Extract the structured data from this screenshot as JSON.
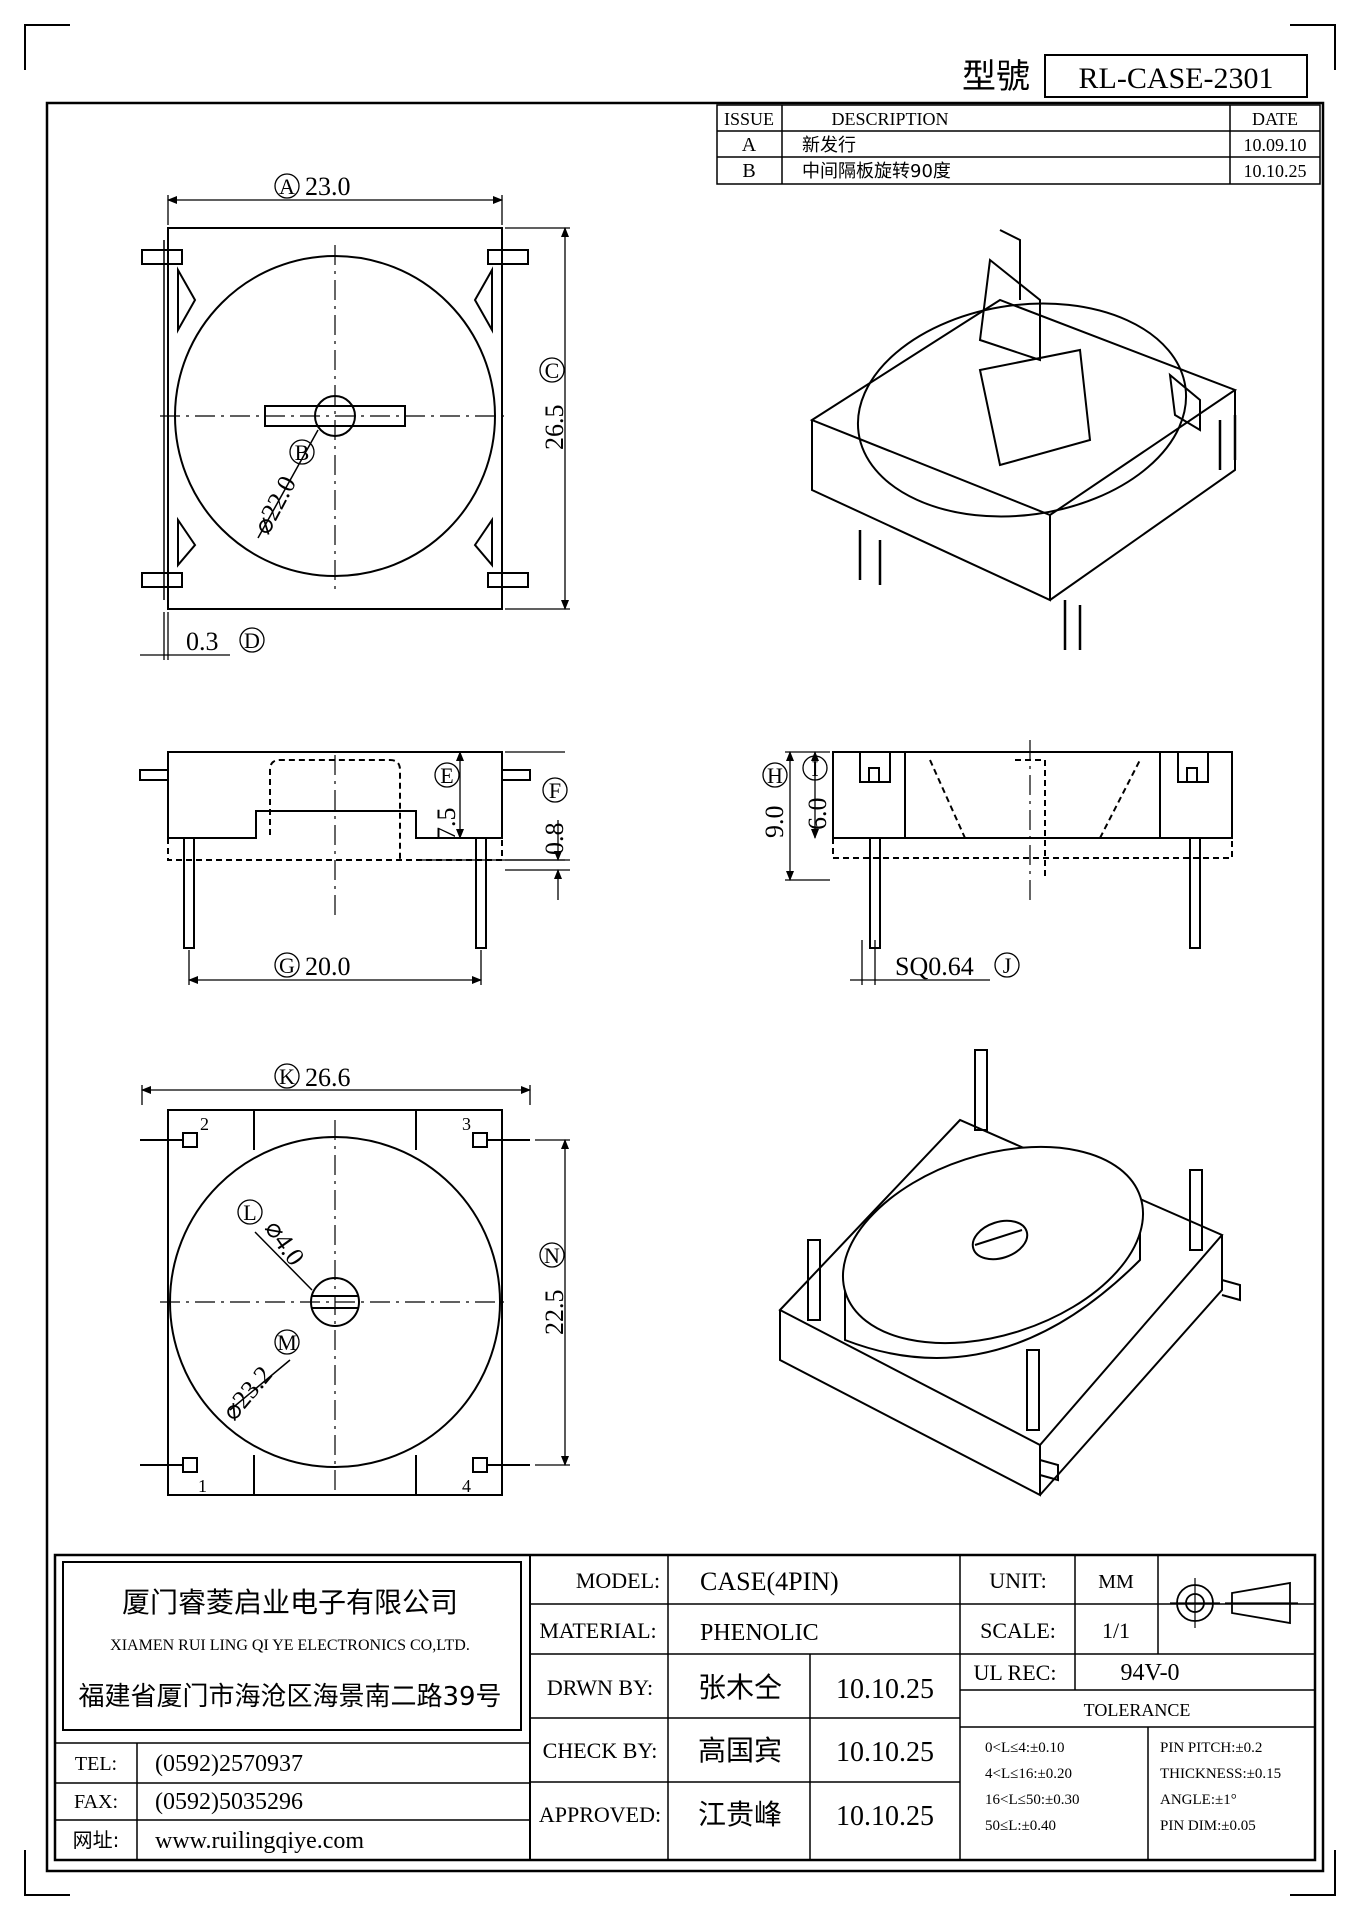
{
  "model_header": {
    "label": "型號",
    "value": "RL-CASE-2301"
  },
  "revision_table": {
    "headers": [
      "ISSUE",
      "DESCRIPTION",
      "DATE"
    ],
    "rows": [
      {
        "issue": "A",
        "description": "新发行",
        "date": "10.09.10"
      },
      {
        "issue": "B",
        "description": "中间隔板旋转90度",
        "date": "10.10.25"
      }
    ]
  },
  "dimensions": {
    "A": {
      "letter": "A",
      "value": "23.0"
    },
    "B": {
      "letter": "B",
      "value": "⌀22.0"
    },
    "C": {
      "letter": "C",
      "value": "26.5"
    },
    "D": {
      "letter": "D",
      "value": "0.3"
    },
    "E": {
      "letter": "E",
      "value": "7.5"
    },
    "F": {
      "letter": "F",
      "value": "0.8"
    },
    "G": {
      "letter": "G",
      "value": "20.0"
    },
    "H": {
      "letter": "H",
      "value": "9.0"
    },
    "I": {
      "letter": "I",
      "value": "6.0"
    },
    "J": {
      "letter": "J",
      "value": "SQ0.64"
    },
    "K": {
      "letter": "K",
      "value": "26.6"
    },
    "L": {
      "letter": "L",
      "value": "⌀4.0"
    },
    "M": {
      "letter": "M",
      "value": "⌀23.2"
    },
    "N": {
      "letter": "N",
      "value": "22.5"
    }
  },
  "pin_numbers": [
    "1",
    "2",
    "3",
    "4"
  ],
  "company": {
    "name_cn": "厦门睿菱启业电子有限公司",
    "name_en": "XIAMEN RUI LING QI YE ELECTRONICS CO,LTD.",
    "address": "福建省厦门市海沧区海景南二路39号",
    "tel_label": "TEL:",
    "tel": "(0592)2570937",
    "fax_label": "FAX:",
    "fax": "(0592)5035296",
    "web_label": "网址:",
    "web": "www.ruilingqiye.com"
  },
  "title_block": {
    "model_label": "MODEL:",
    "model_value": "CASE(4PIN)",
    "material_label": "MATERIAL:",
    "material_value": "PHENOLIC",
    "drawn_label": "DRWN BY:",
    "drawn_name": "张木仝",
    "drawn_date": "10.10.25",
    "check_label": "CHECK BY:",
    "check_name": "高国宾",
    "check_date": "10.10.25",
    "approved_label": "APPROVED:",
    "approved_name": "江贵峰",
    "approved_date": "10.10.25",
    "unit_label": "UNIT:",
    "unit_value": "MM",
    "scale_label": "SCALE:",
    "scale_value": "1/1",
    "ul_label": "UL REC:",
    "ul_value": "94V-0",
    "tolerance_title": "TOLERANCE",
    "tolerance_left": [
      "0<L≤4:±0.10",
      "4<L≤16:±0.20",
      "16<L≤50:±0.30",
      "50≤L:±0.40"
    ],
    "tolerance_right": [
      "PIN PITCH:±0.2",
      "THICKNESS:±0.15",
      "ANGLE:±1°",
      "PIN DIM:±0.05"
    ]
  }
}
